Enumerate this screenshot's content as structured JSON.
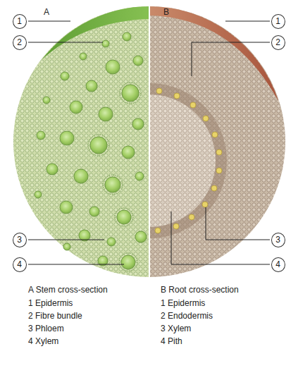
{
  "diagram": {
    "labels": [
      "A",
      "B",
      "1",
      "2",
      "3",
      "4",
      "1",
      "2",
      "3",
      "4",
      "A Stem cross-section",
      "1 Epidermis",
      "2 Fibre bundle",
      "3 Phloem",
      "4 Xylem",
      "B Root cross-section",
      "1 Epidermis",
      "2 Endodermis",
      "3 Xylem",
      "4 Pith"
    ]
  }
}
